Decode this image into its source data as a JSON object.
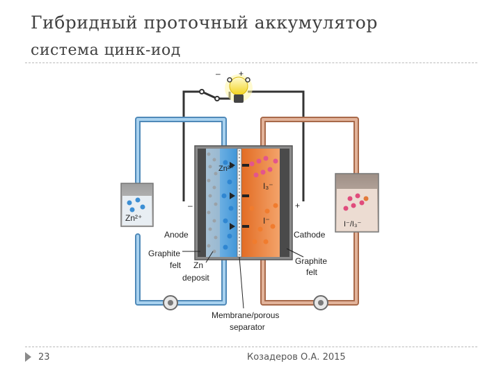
{
  "slide": {
    "title": "Гибридный проточный аккумулятор",
    "subtitle": "система цинк-иод",
    "page_number": "23",
    "author": "Козадеров О.А. 2015"
  },
  "diagram": {
    "terminal_minus": "–",
    "terminal_plus": "+",
    "anode_minus": "–",
    "cathode_plus": "+",
    "zn_ion_left_tank": "Zn²⁺",
    "zn_ion_cell": "Zn²⁺",
    "triiodide_cell": "I₃⁻",
    "iodide_cell": "I⁻",
    "right_tank_label": "I⁻/I₃⁻",
    "anode": "Anode",
    "cathode": "Cathode",
    "graphite_felt_left_1": "Graphite",
    "graphite_felt_left_2": "felt",
    "zn_deposit_1": "Zn",
    "zn_deposit_2": "deposit",
    "graphite_felt_right_1": "Graphite",
    "graphite_felt_right_2": "felt",
    "membrane_1": "Membrane/porous",
    "membrane_2": "separator",
    "colors": {
      "anolyte_pipe": "#6fa8d6",
      "catholyte_pipe": "#d9a285",
      "anolyte": "#5aa9e6",
      "catholyte": "#e8823d",
      "wire": "#333333",
      "bulb": "#f6e04a"
    }
  }
}
